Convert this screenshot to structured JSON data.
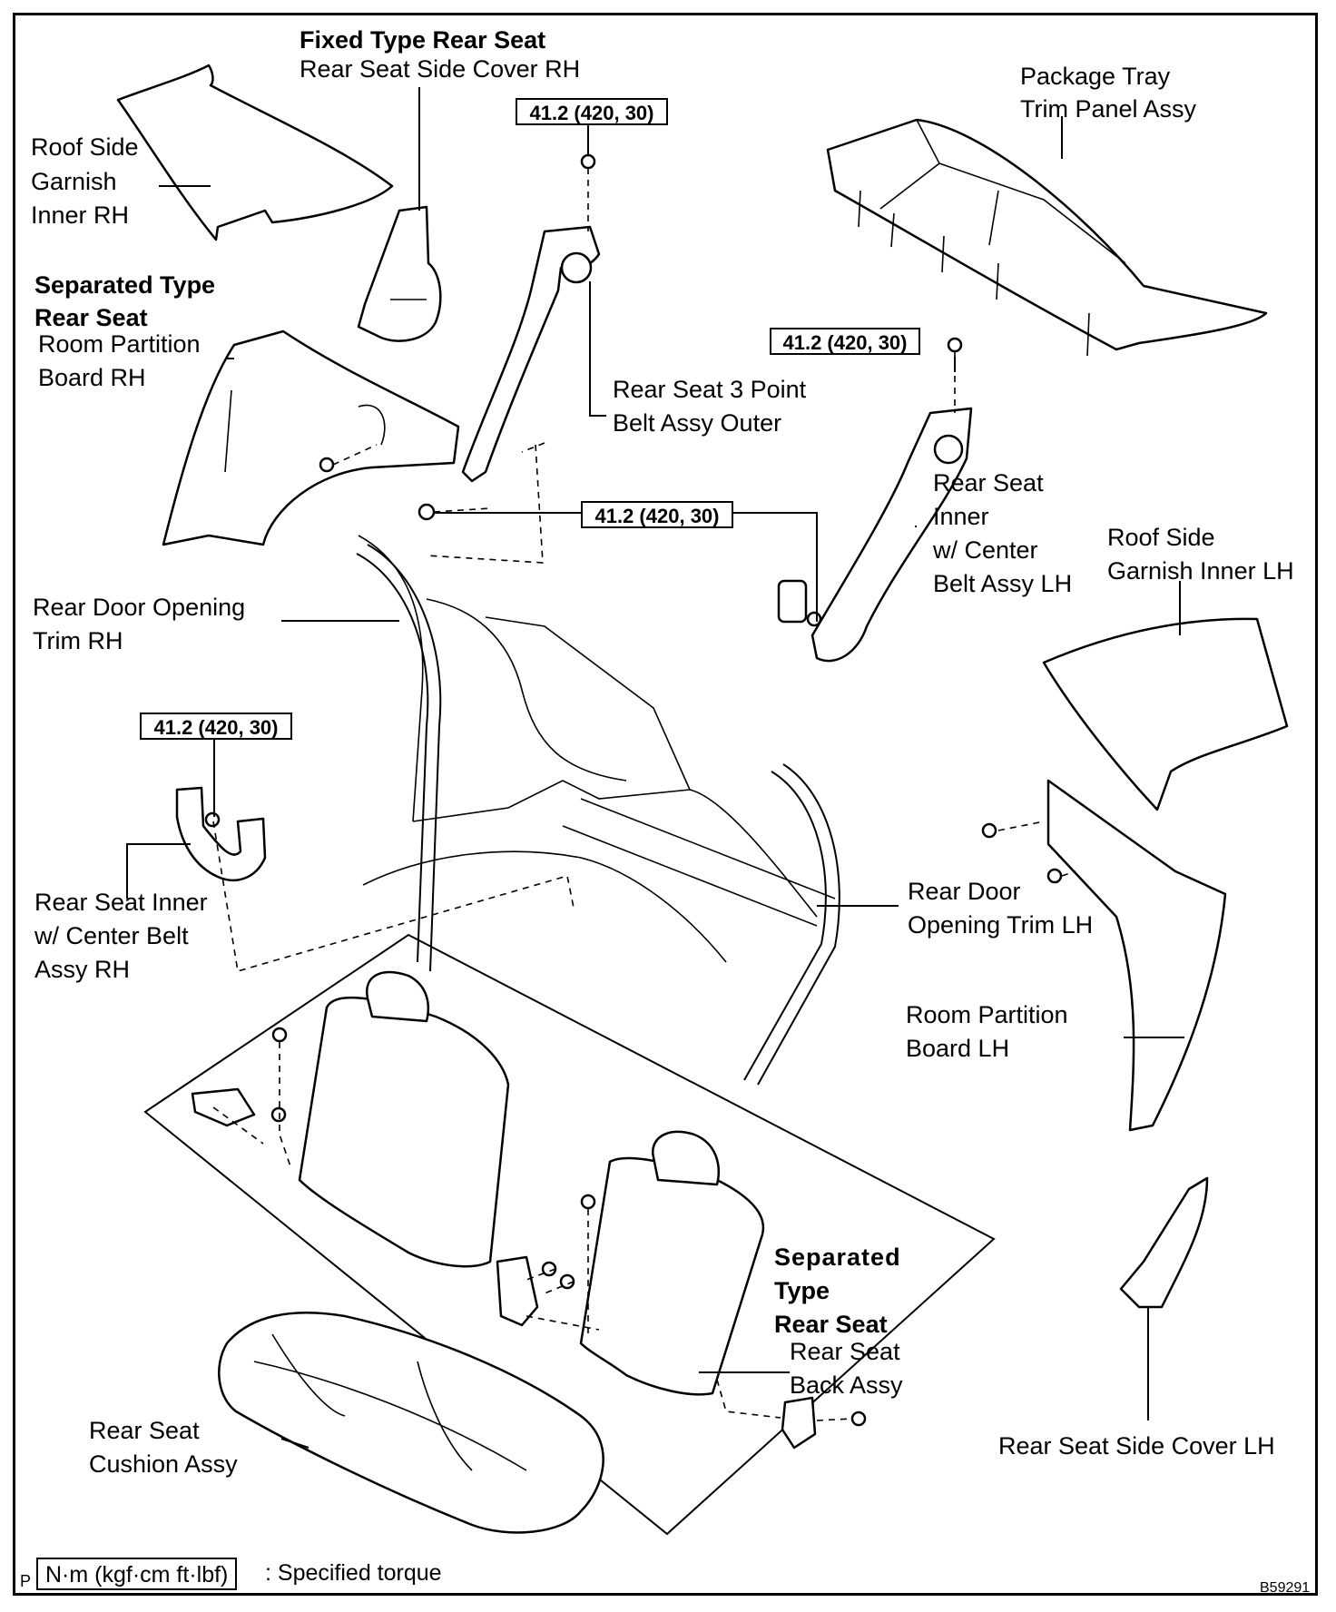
{
  "labels": {
    "fixed_type_heading": "Fixed Type Rear Seat",
    "rear_seat_side_cover_rh": "Rear Seat Side Cover RH",
    "package_tray_l1": "Package Tray",
    "package_tray_l2": "Trim Panel Assy",
    "roof_side_garnish_rh_l1": "Roof Side",
    "roof_side_garnish_rh_l2": "Garnish",
    "roof_side_garnish_rh_l3": "Inner RH",
    "separated_type_l1": "Separated Type",
    "separated_type_l2": "Rear Seat",
    "room_partition_rh_l1": "Room Partition",
    "room_partition_rh_l2": "Board RH",
    "belt_outer_l1": "Rear Seat 3 Point",
    "belt_outer_l2": "Belt Assy Outer",
    "inner_lh_l1": "Rear Seat",
    "inner_lh_l2": "Inner",
    "inner_lh_l3": "w/ Center",
    "inner_lh_l4": "Belt Assy LH",
    "roof_side_garnish_lh_l1": "Roof Side",
    "roof_side_garnish_lh_l2": "Garnish Inner LH",
    "door_trim_rh_l1": "Rear Door Opening",
    "door_trim_rh_l2": "Trim RH",
    "inner_rh_l1": "Rear Seat Inner",
    "inner_rh_l2": "w/ Center Belt",
    "inner_rh_l3": "Assy RH",
    "door_trim_lh_l1": "Rear Door",
    "door_trim_lh_l2": "Opening Trim LH",
    "room_partition_lh_l1": "Room Partition",
    "room_partition_lh_l2": "Board LH",
    "separated_seat_l1": "Separated",
    "separated_seat_l2": "Type",
    "separated_seat_l3": "Rear Seat",
    "seat_back_l1": "Rear Seat",
    "seat_back_l2": "Back Assy",
    "seat_cushion_l1": "Rear Seat",
    "seat_cushion_l2": "Cushion Assy",
    "side_cover_lh": "Rear Seat Side Cover LH"
  },
  "torque_spec": "41.2 (420, 30)",
  "legend": {
    "unit_box": "N·m (kgf·cm ft·lbf)",
    "text": ": Specified torque",
    "corner_mark": "P"
  },
  "figure_id": "B59291"
}
